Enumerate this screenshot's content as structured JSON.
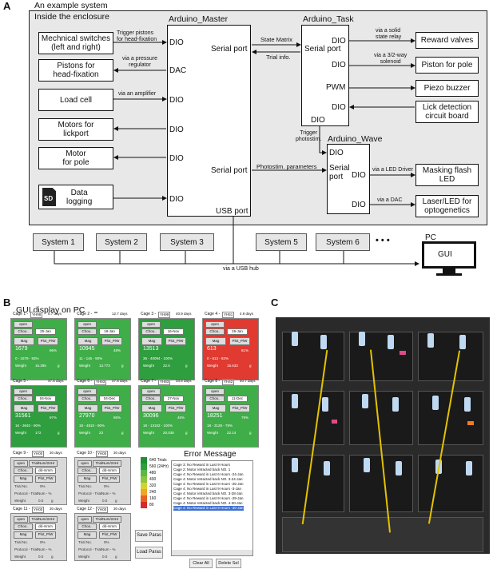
{
  "panel_a": {
    "letter": "A",
    "title": "An example system",
    "enclosure_label": "Inside the enclosure",
    "master_title": "Arduino_Master",
    "task_title": "Arduino_Task",
    "wave_title": "Arduino_Wave",
    "left_boxes": [
      "Mechnical switches\n(left and right)",
      "Pistons for\nhead-fixation",
      "Load cell",
      "Motors for\nlickport",
      "Motor\nfor pole",
      "Data\nlogging"
    ],
    "left_arrow_labels": [
      "Trigger pistons\nfor head-fixation",
      "via a pressure\nregulator",
      "via an amplifier"
    ],
    "master_ports": [
      "DIO",
      "DAC",
      "DIO",
      "DIO",
      "DIO",
      "DIO"
    ],
    "master_serial": "Serial port",
    "master_serial2": "Serial port",
    "master_usb": "USB port",
    "state_matrix": "State Matrix",
    "trial_info": "Trial info.",
    "photostim_params": "Photostim. parameters",
    "trigger_photostim": "Trigger\nphotostim.",
    "task_serial": "Serial port",
    "task_ports": [
      "DIO",
      "DIO",
      "PWM",
      "DIO"
    ],
    "task_dio_bottom": "DIO",
    "task_arrow_labels": [
      "via a solid\nstate relay",
      "via a 3/2-way\nsolenoid"
    ],
    "right_boxes": [
      "Reward valves",
      "Piston for pole",
      "Piezo buzzer",
      "Lick detection\ncircuit board"
    ],
    "wave_dio_top": "DIO",
    "wave_serial": "Serial\nport",
    "wave_ports": [
      "DIO",
      "DIO"
    ],
    "wave_arrow_labels": [
      "via a LED Driver",
      "via a DAC"
    ],
    "wave_boxes": [
      "Masking flash\nLED",
      "Laser/LED for\noptogenetics"
    ],
    "sd_label": "SD",
    "systems": [
      "System 1",
      "System 2",
      "System 3",
      "System 5",
      "System 6"
    ],
    "ellipsis": "• • •",
    "pc_label": "PC",
    "gui_label": "GUI",
    "usb_hub": "via a USB hub"
  },
  "panel_b": {
    "letter": "B",
    "title": "GUI display on PC",
    "cages": [
      {
        "name": "Cage 1 -",
        "id": "YH98",
        "days": "5.7 days",
        "date": "25-Jan",
        "big": "1679",
        "pct": "96%",
        "trials": "0 - 1679 - 93%",
        "weight": "16.395",
        "color": "#3fae49"
      },
      {
        "name": "Cage 2 -",
        "id": "",
        "days": "12.7 days",
        "date": "18-Jan",
        "big": "10945",
        "pct": "48%",
        "trials": "11 - 146 - 90%",
        "weight": "13.773",
        "color": "#3fae49"
      },
      {
        "name": "Cage 3 -",
        "id": "YH99",
        "days": "40.9 days",
        "date": "16-Nov",
        "big": "13513",
        "pct": "",
        "trials": "36 - 40094 - 100%",
        "weight": "22.5",
        "color": "#2e9e3e"
      },
      {
        "name": "Cage 4 -",
        "id": "YH51",
        "days": "4.9 days",
        "date": "26-Jan",
        "big": "613",
        "pct": "81%",
        "trials": "0 - 613 - 82%",
        "weight": "15.633",
        "color": "#e03a31"
      },
      {
        "name": "Cage 5 -",
        "id": "",
        "days": "47.8 days",
        "date": "04-Nov",
        "big": "31561",
        "pct": "97%",
        "trials": "16 - 3640 - 90%",
        "weight": "172",
        "color": "#2e9e3e"
      },
      {
        "name": "Cage 6 -",
        "id": "YH93",
        "days": "47.8 days",
        "date": "04-Dec",
        "big": "27970",
        "pct": "86%",
        "trials": "18 - 4810 - 90%",
        "weight": "23",
        "color": "#3fae49"
      },
      {
        "name": "Cage 7 -",
        "id": "YH83",
        "days": "34.6 days",
        "date": "27-Nov",
        "big": "30096",
        "pct": "45%",
        "trials": "18 - 13102 - 100%",
        "weight": "20.038",
        "color": "#3fae49"
      },
      {
        "name": "Cage 8 -",
        "id": "YH42",
        "days": "40.7 days",
        "date": "11-Dec",
        "big": "18251",
        "pct": "79%",
        "trials": "18 - 3128 - 79%",
        "weight": "22.14",
        "color": "#3fae49"
      }
    ],
    "gray_cages": [
      {
        "name": "Cage 9 -",
        "id": "YH00",
        "days": "30 days"
      },
      {
        "name": "Cage 10 -",
        "id": "YH00",
        "days": "30 days"
      },
      {
        "name": "Cage 11 -",
        "id": "YH00",
        "days": "30 days"
      },
      {
        "name": "Cage 12 -",
        "id": "YH00",
        "days": "30 days"
      }
    ],
    "cage_buttons": {
      "open": "open",
      "trialnum": "TrialNum/24Hr",
      "choose": "Choo..",
      "date_ph": "dd-mmm",
      "mag": "Mag",
      "plot": "Plot_P/W",
      "trial_no": "Trial No.",
      "pct0": "0%",
      "protocol": "Protocol - TrialNum - %",
      "weight": "Weight",
      "weight_val": "0.0",
      "unit": "g"
    },
    "legend": [
      "640 Trials",
      "560 (24Hr)",
      "480",
      "400",
      "320",
      "240",
      "160",
      "80"
    ],
    "legend_colors": [
      "#1f8f33",
      "#2e9e3e",
      "#5cb848",
      "#8cc63f",
      "#d6d12e",
      "#f2a32a",
      "#e8621f",
      "#d32c2a"
    ],
    "save_paras": "Save Paras",
    "load_paras": "Load Paras",
    "error_title": "Error Message",
    "errors": [
      "Cage 3: No Reward in Last 9 Hours",
      "Cage 2: Motor retracted back NO. 1",
      "Cage 4: No Reward in Last 6 Hours -24-Jan",
      "Cage 4: Motor retracted back NO. 3-24-Jan",
      "Cage 4: No Reward in Last 9 Hours -25-Jan",
      "Cage 4: No Reward in Last 9 Hours -3-Jan",
      "Cage 4: Motor retracted back NO. 3-28-Jan",
      "Cage 4: No Reward in Last 9 Hours -29-Jan",
      "Cage 4: Motor retracted back NO. 4-30-Jan",
      "Cage 4: No Reward in Last 9 Hours -30-Jan"
    ],
    "clear_all": "Clear All",
    "delete_sel": "Delete Sel"
  },
  "panel_c": {
    "letter": "C"
  }
}
